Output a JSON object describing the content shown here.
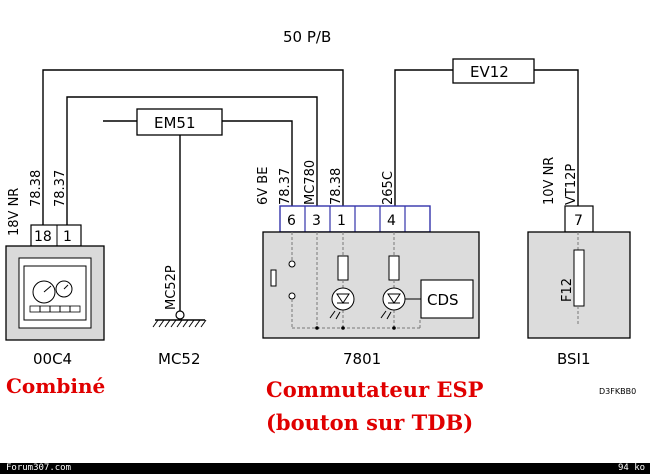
{
  "top_label": "50 P/B",
  "fuses": {
    "em51": "EM51",
    "ev12": "EV12"
  },
  "combine": {
    "wires": [
      "18V NR",
      "78.38",
      "78.37"
    ],
    "pins": [
      "18",
      "1"
    ],
    "code": "00C4",
    "caption": "Combiné"
  },
  "ground": {
    "wire": "MC52P",
    "code": "MC52"
  },
  "switch": {
    "wires": [
      "6V BE",
      "78.37",
      "MC780",
      "78.38",
      "265C"
    ],
    "pins": [
      "6",
      "3",
      "1",
      "4"
    ],
    "cds": "CDS",
    "code": "7801",
    "caption_line1": "Commutateur ESP",
    "caption_line2": "(bouton sur TDB)"
  },
  "bsi": {
    "wires": [
      "10V NR",
      "VT12P"
    ],
    "pin": "7",
    "fuse": "F12",
    "code": "BSI1"
  },
  "ref": "D3FKBB0",
  "footer": {
    "site": "Forum307.com",
    "size": "94 ko"
  }
}
